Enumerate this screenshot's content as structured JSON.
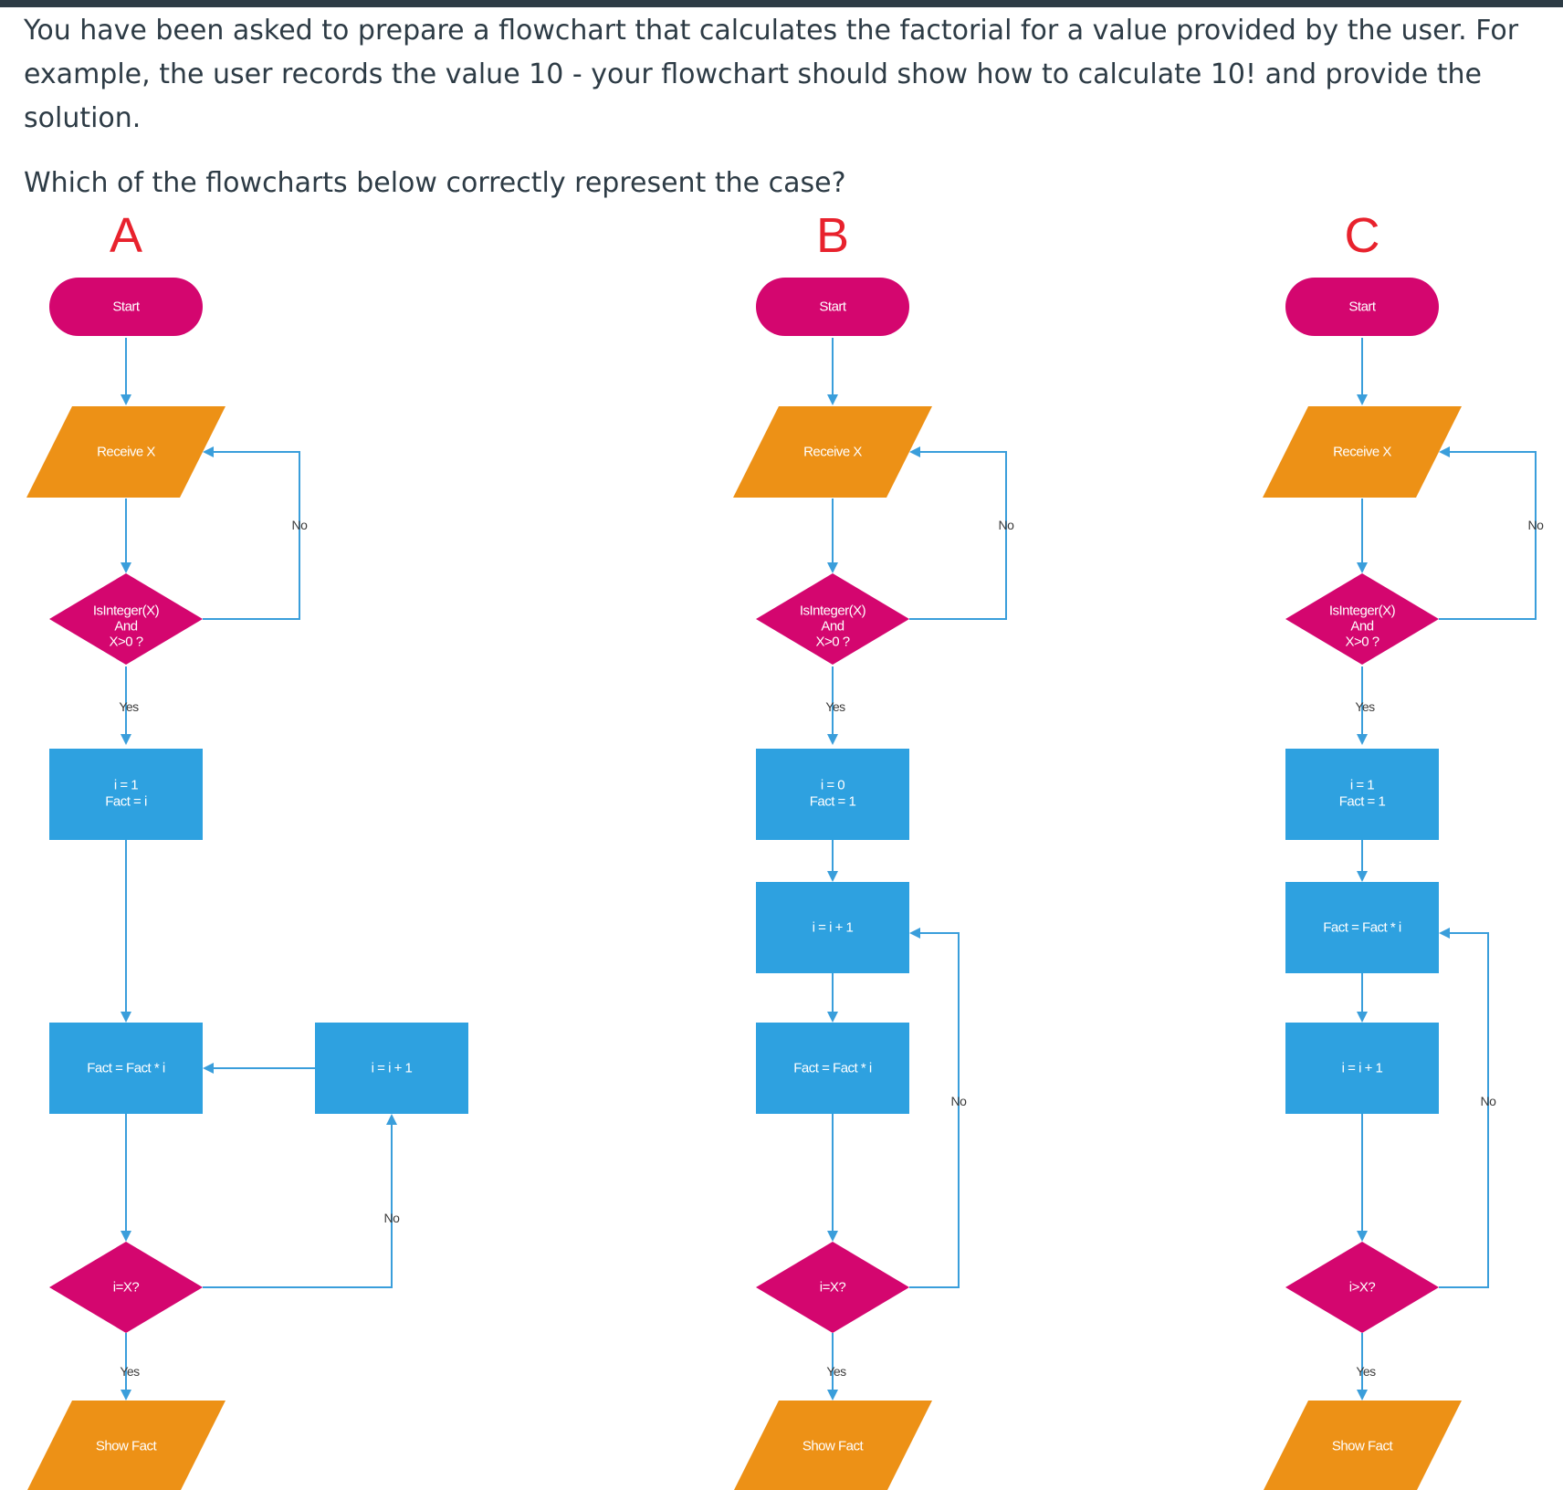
{
  "question": {
    "prompt": "You have been asked to prepare a flowchart that calculates the factorial for a value provided by the user. For example, the user records the value 10 - your flowchart should show how to calculate 10! and provide the solution.",
    "question": "Which of the flowcharts below correctly represent the case?"
  },
  "colors": {
    "terminal": "#d4066f",
    "decision": "#d4066f",
    "process": "#2ea1e0",
    "io": "#ed9116",
    "line": "#3a9edb",
    "title": "#e8222d"
  },
  "edge_labels": {
    "yes": "Yes",
    "no": "No"
  },
  "flowcharts": [
    {
      "id": "A",
      "title": "A",
      "start": "Start",
      "receive": "Receive X",
      "check": [
        "IsInteger(X)",
        "And",
        "X>0 ?"
      ],
      "init": [
        "i = 1",
        "Fact = i"
      ],
      "fact": "Fact = Fact * i",
      "incr": "i = i + 1",
      "loop_check": "i=X?",
      "output": "Show Fact"
    },
    {
      "id": "B",
      "title": "B",
      "start": "Start",
      "receive": "Receive X",
      "check": [
        "IsInteger(X)",
        "And",
        "X>0 ?"
      ],
      "init": [
        "i = 0",
        "Fact = 1"
      ],
      "incr": "i = i + 1",
      "fact": "Fact = Fact * i",
      "loop_check": "i=X?",
      "output": "Show Fact"
    },
    {
      "id": "C",
      "title": "C",
      "start": "Start",
      "receive": "Receive X",
      "check": [
        "IsInteger(X)",
        "And",
        "X>0 ?"
      ],
      "init": [
        "i = 1",
        "Fact = 1"
      ],
      "fact": "Fact = Fact * i",
      "incr": "i = i + 1",
      "loop_check": "i>X?",
      "output": "Show Fact"
    }
  ]
}
